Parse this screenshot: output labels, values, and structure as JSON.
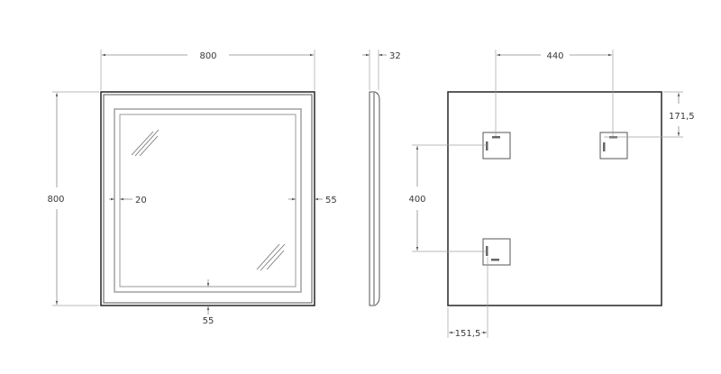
{
  "front_view": {
    "width_label": "800",
    "height_label": "800",
    "inner_offset_label": "20",
    "side_frame_label": "55",
    "bottom_frame_label": "55"
  },
  "side_view": {
    "depth_label": "32"
  },
  "back_view": {
    "bracket_spacing_horizontal_label": "440",
    "bracket_top_offset_label": "171,5",
    "bracket_spacing_vertical_label": "400",
    "bracket_left_offset_label": "151,5"
  },
  "colors": {
    "outline": "#333333",
    "dimension_line": "#8a8a8a",
    "inner_frame": "#9a9a9a",
    "text": "#3a3a3a",
    "background": "#ffffff"
  }
}
